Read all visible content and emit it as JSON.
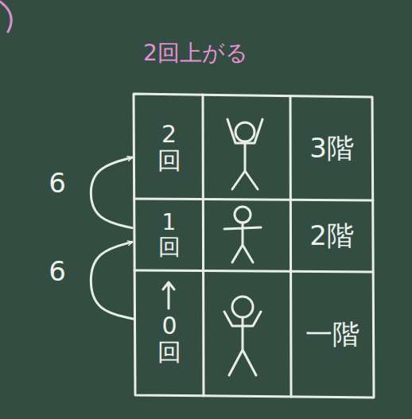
{
  "diagram": {
    "title": "2回上がる",
    "nodes": [
      {
        "text": [
          "2回"
        ]
      },
      {
        "text": [
          "3階"
        ]
      },
      {
        "text": [
          "1回"
        ]
      },
      {
        "text": [
          "2階"
        ]
      },
      {
        "text": [
          "0回"
        ]
      },
      {
        "text": [
          "一階"
        ]
      }
    ],
    "edges": [
      {
        "from": 4,
        "to": 2,
        "arrow": "to",
        "label": "6"
      },
      {
        "from": 2,
        "to": 0,
        "arrow": "to",
        "label": "6"
      }
    ]
  }
}
